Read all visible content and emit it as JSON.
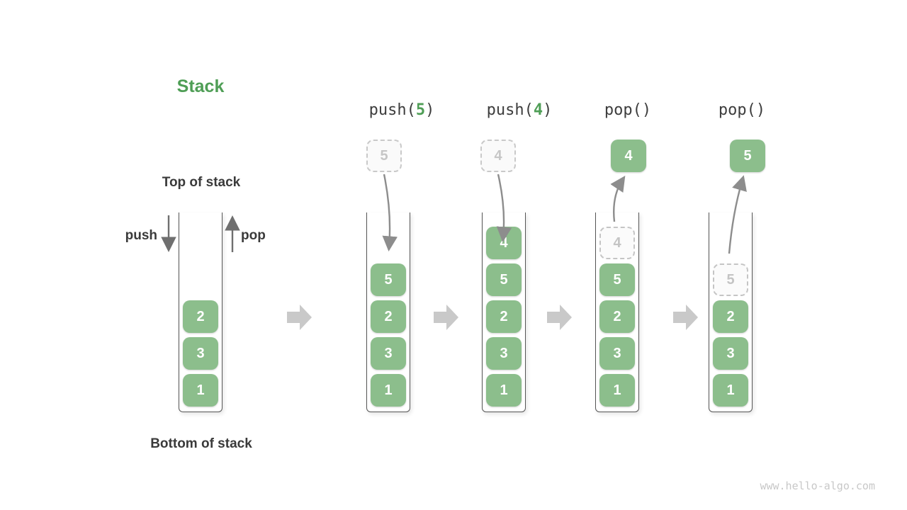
{
  "title": "Stack",
  "labels": {
    "top_of_stack": "Top of stack",
    "bottom_of_stack": "Bottom of stack",
    "push": "push",
    "pop": "pop"
  },
  "watermark": "www.hello-algo.com",
  "colors": {
    "box_green": "#8cbe8c",
    "title_green": "#4f9e56",
    "text_dark": "#3a3a3a",
    "curve_arrow_gray": "#8d8d8d",
    "block_arrow_gray": "#c9c9c9",
    "ghost_gray": "#c5c5c5"
  },
  "initial_stack": [
    "2",
    "3",
    "1"
  ],
  "stages": [
    {
      "label_prefix": "push(",
      "label_arg": "5",
      "label_suffix": ")",
      "floating": {
        "value": "5",
        "variant": "dashed"
      },
      "arrow": "down",
      "stack": [
        {
          "value": "5"
        },
        {
          "value": "2"
        },
        {
          "value": "3"
        },
        {
          "value": "1"
        }
      ]
    },
    {
      "label_prefix": "push(",
      "label_arg": "4",
      "label_suffix": ")",
      "floating": {
        "value": "4",
        "variant": "dashed"
      },
      "arrow": "down",
      "stack": [
        {
          "value": "4"
        },
        {
          "value": "5"
        },
        {
          "value": "2"
        },
        {
          "value": "3"
        },
        {
          "value": "1"
        }
      ]
    },
    {
      "label_prefix": "pop(",
      "label_arg": "",
      "label_suffix": ")",
      "floating": {
        "value": "4",
        "variant": "solid"
      },
      "arrow": "up",
      "stack": [
        {
          "value": "4",
          "ghost": true
        },
        {
          "value": "5"
        },
        {
          "value": "2"
        },
        {
          "value": "3"
        },
        {
          "value": "1"
        }
      ]
    },
    {
      "label_prefix": "pop(",
      "label_arg": "",
      "label_suffix": ")",
      "floating": {
        "value": "5",
        "variant": "solid"
      },
      "arrow": "up",
      "stack": [
        {
          "value": "5",
          "ghost": true
        },
        {
          "value": "2"
        },
        {
          "value": "3"
        },
        {
          "value": "1"
        }
      ]
    }
  ]
}
